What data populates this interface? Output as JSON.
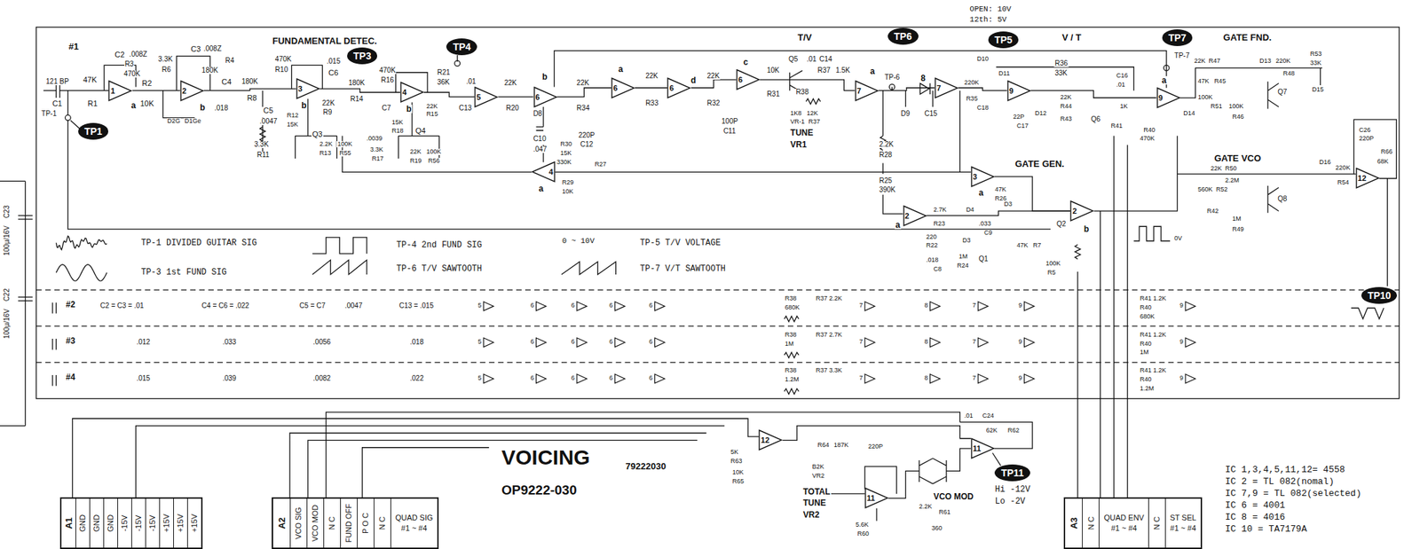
{
  "diagram": {
    "title": "VOICING",
    "nodes": [
      {
        "text": [
          "1"
        ]
      },
      {
        "text": [
          "2"
        ]
      },
      {
        "text": [
          "3"
        ]
      },
      {
        "text": [
          "4"
        ]
      },
      {
        "text": [
          "5"
        ]
      },
      {
        "text": [
          "6"
        ]
      },
      {
        "text": [
          "6"
        ]
      },
      {
        "text": [
          "6"
        ]
      },
      {
        "text": [
          "6"
        ]
      },
      {
        "text": [
          "7"
        ]
      },
      {
        "text": [
          "7"
        ]
      },
      {
        "text": [
          "9"
        ]
      },
      {
        "text": [
          "9"
        ]
      },
      {
        "text": [
          "4"
        ]
      },
      {
        "text": [
          "3"
        ]
      },
      {
        "text": [
          "2"
        ]
      },
      {
        "text": [
          "2"
        ]
      },
      {
        "text": [
          "12"
        ]
      },
      {
        "text": [
          "12"
        ]
      },
      {
        "text": [
          "11"
        ]
      },
      {
        "text": [
          "11"
        ]
      },
      {
        "text": [
          "TP1"
        ]
      },
      {
        "text": [
          "TP3"
        ]
      },
      {
        "text": [
          "TP4"
        ]
      },
      {
        "text": [
          "TP6"
        ]
      },
      {
        "text": [
          "TP5"
        ]
      },
      {
        "text": [
          "TP7"
        ]
      },
      {
        "text": [
          "TP10"
        ]
      },
      {
        "text": [
          "TP11"
        ]
      },
      {
        "text": [
          "A1",
          "GND",
          "GND",
          "GND",
          "-15V",
          "-15V",
          "-15V",
          "+15V",
          "+15V",
          "+15V"
        ]
      },
      {
        "text": [
          "A2",
          "VCO SIG",
          "VCO MOD",
          "N C",
          "FUND OFF",
          "P O C",
          "N C",
          "QUAD SIG",
          "#1 ~ #4"
        ]
      },
      {
        "text": [
          "A3",
          "N C",
          "QUAD ENV",
          "#1 ~ #4",
          "N C",
          "ST SEL",
          "#1 ~ #4"
        ]
      }
    ],
    "edges": [
      {
        "from": 0,
        "to": 1,
        "arrow": "none"
      },
      {
        "from": 1,
        "to": 2,
        "arrow": "none"
      },
      {
        "from": 2,
        "to": 3,
        "arrow": "none"
      },
      {
        "from": 3,
        "to": 4,
        "arrow": "none"
      },
      {
        "from": 4,
        "to": 5,
        "arrow": "none"
      },
      {
        "from": 5,
        "to": 6,
        "arrow": "none"
      },
      {
        "from": 6,
        "to": 7,
        "arrow": "none"
      },
      {
        "from": 7,
        "to": 8,
        "arrow": "none"
      },
      {
        "from": 8,
        "to": 9,
        "arrow": "none"
      },
      {
        "from": 9,
        "to": 10,
        "arrow": "none"
      },
      {
        "from": 10,
        "to": 11,
        "arrow": "none"
      },
      {
        "from": 11,
        "to": 12,
        "arrow": "none"
      },
      {
        "from": 15,
        "to": 16,
        "arrow": "none"
      },
      {
        "from": 14,
        "to": 16,
        "arrow": "none"
      }
    ],
    "labels": [
      "#1",
      "121 BP",
      "C1",
      "TP-1",
      "47K",
      "R1",
      "C2",
      ".008Z",
      "R3",
      "470K",
      "R2",
      "10K",
      "3.3K",
      "R6",
      "C3",
      ".008Z",
      "R4",
      "180K",
      "D2G",
      "D1Ge",
      "C4",
      ".018",
      "180K",
      "R8",
      "FUNDAMENTAL DETEC.",
      "470K",
      "R10",
      ".015",
      "C6",
      "C5",
      ".0047",
      "22K",
      "R9",
      "R12",
      "15K",
      "3.3K",
      "R11",
      "Q3",
      "2.2K",
      "100K",
      "R13",
      "R55",
      "180K",
      "R14",
      "470K",
      "R16",
      "C7",
      ".0039",
      "15K",
      "R18",
      "Q4",
      "3.3K",
      "R17",
      "22K",
      "R19",
      "100K",
      "R56",
      "R21",
      "36K",
      "22K",
      "R15",
      ".01",
      "C13",
      "22K",
      "R20",
      "D8",
      "22K",
      "R34",
      "220P",
      "C12",
      "22K",
      "R33",
      "22K",
      "R32",
      "100P",
      "C11",
      "10K",
      "R31",
      "T/V",
      "Q5",
      ".01",
      "C14",
      "R37",
      "1.5K",
      "R38",
      "1K8",
      "12K",
      "VR-1",
      "R37",
      "TUNE",
      "VR1",
      "TP-6",
      "D9",
      "C15",
      "8",
      "2.2K",
      "R28",
      "R25",
      "390K",
      "OPEN: 10V",
      "12th: 5V",
      "D10",
      "D11",
      "220K",
      "R35",
      "C18",
      "V / T",
      "R36",
      "33K",
      "22P",
      "C17",
      "D12",
      "22K",
      "R44",
      "R43",
      "Q6",
      "C16",
      ".01",
      "1K",
      "R41",
      "R40",
      "470K",
      "TP-7",
      "GATE FND.",
      "22K",
      "R47",
      "D13",
      "220K",
      "R48",
      "R53",
      "33K",
      "D15",
      "47K",
      "R45",
      "Q7",
      "100K",
      "R51",
      "100K",
      "R46",
      "D14",
      "GATE VCO",
      "22K",
      "R50",
      "2.2M",
      "560K",
      "R52",
      "R42",
      "1M",
      "R49",
      "Q8",
      "D16",
      "220K",
      "R54",
      "C26",
      "220P",
      "R66",
      "68K",
      "C10",
      ".047",
      "R30",
      "15K",
      "330K",
      "R27",
      "R29",
      "10K",
      "GATE GEN.",
      "47K",
      "R26",
      "2.7K",
      "D4",
      "R23",
      "220",
      "R22",
      ".033",
      "C9",
      "D3",
      "D3",
      "47K",
      "R7",
      "Q2",
      ".018",
      "C8",
      "1M",
      "R24",
      "Q1",
      "100K",
      "R5",
      "0V",
      "0 ~ 10V",
      "#2",
      "C2 = C3 = .01",
      "C4 = C6 = .022",
      "C5 = C7",
      ".0047",
      "C13 = .015",
      "#3",
      ".012",
      ".033",
      ".0056",
      ".018",
      "#4",
      ".015",
      ".039",
      ".0082",
      ".022",
      "5",
      "6",
      "6",
      "6",
      "6",
      "7",
      "8",
      "7",
      "9",
      "9",
      "5",
      "6",
      "6",
      "6",
      "6",
      "7",
      "8",
      "7",
      "9",
      "9",
      "5",
      "6",
      "6",
      "6",
      "6",
      "7",
      "8",
      "7",
      "9",
      "9",
      "R38",
      "680K",
      "R37 2.2K",
      "R38",
      "1M",
      "R37 2.7K",
      "R38",
      "1.2M",
      "R37 3.3K",
      "R41 1.2K",
      "R40",
      "680K",
      "R41 1.2K",
      "R40",
      "1M",
      "R41 1.2K",
      "R40",
      "1.2M",
      "5K",
      "R63",
      "10K",
      "R65",
      "R64",
      "187K",
      "B2K",
      "VR2",
      "TOTAL",
      "TUNE",
      "VR2",
      "220P",
      "5.6K",
      "R60",
      "2.2K",
      "R61",
      "360",
      ".01",
      "C24",
      "62K",
      "R62",
      "VCO MOD",
      "Hi -12V",
      "Lo -2V",
      "79222030",
      "OP9222-030",
      "C23",
      "100μ/16V",
      "C22",
      "100μ/16V",
      "IC 1,3,4,5,11,12= 4558",
      "IC 2 = TL 082(nomal)",
      "IC 7,9 = TL 082(selected)",
      "IC 6 = 4001",
      "IC 8 = 4016",
      "IC 10 = TA7179A",
      "a",
      "b",
      "b",
      "b",
      "b",
      "a",
      "d",
      "c",
      "a",
      "a",
      "a",
      "a",
      "a",
      "b"
    ],
    "legend": [
      {
        "text": "TP-1 DIVIDED GUITAR SIG"
      },
      {
        "text": "TP-3 1st FUND SIG"
      },
      {
        "text": "TP-4 2nd FUND SIG"
      },
      {
        "text": "TP-6 T/V SAWTOOTH"
      },
      {
        "text": "TP-5 T/V VOLTAGE"
      },
      {
        "text": "TP-7 V/T SAWTOOTH"
      }
    ]
  }
}
